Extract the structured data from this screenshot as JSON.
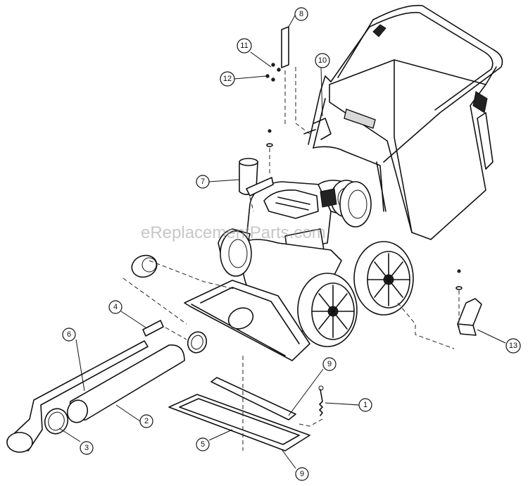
{
  "watermark": "eReplacementParts.com",
  "callouts": [
    {
      "id": "1",
      "label": "1"
    },
    {
      "id": "2",
      "label": "2"
    },
    {
      "id": "3",
      "label": "3"
    },
    {
      "id": "4",
      "label": "4"
    },
    {
      "id": "5",
      "label": "5"
    },
    {
      "id": "6",
      "label": "6"
    },
    {
      "id": "7",
      "label": "7"
    },
    {
      "id": "8",
      "label": "8"
    },
    {
      "id": "9a",
      "label": "9"
    },
    {
      "id": "9b",
      "label": "9"
    },
    {
      "id": "10",
      "label": "10"
    },
    {
      "id": "11",
      "label": "11"
    },
    {
      "id": "12",
      "label": "12"
    },
    {
      "id": "13",
      "label": "13"
    }
  ]
}
